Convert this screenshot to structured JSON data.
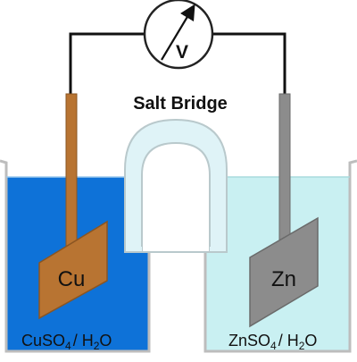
{
  "meter": {
    "symbol": "V"
  },
  "salt_bridge": {
    "label": "Salt Bridge"
  },
  "left_cell": {
    "electrode": "Cu",
    "solution_prefix": "CuSO",
    "solution_sub": "4",
    "solution_mid": "/ H",
    "solution_sub2": "2",
    "solution_suffix": "O"
  },
  "right_cell": {
    "electrode": "Zn",
    "solution_prefix": "ZnSO",
    "solution_sub": "4",
    "solution_mid": "/ H",
    "solution_sub2": "2",
    "solution_suffix": "O"
  },
  "colors": {
    "left_solution": "#0e72d8",
    "right_solution": "#c9f0f2",
    "copper": "#b87432",
    "zinc": "#8c8c8c",
    "wire": "#111111",
    "beaker_edge": "#bdbdbd"
  }
}
